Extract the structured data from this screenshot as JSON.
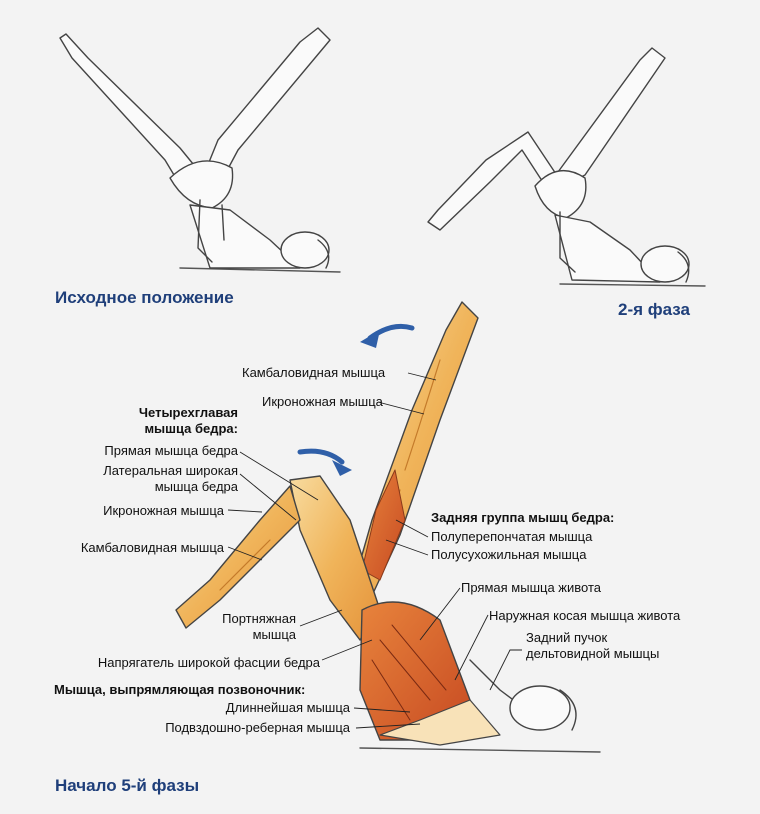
{
  "captions": {
    "start_position": "Исходное положение",
    "phase_2": "2-я фаза",
    "phase_5_start": "Начало 5-й фазы"
  },
  "labels": {
    "soleus_top": "Камбаловидная мышца",
    "gastrocnemius_top": "Икроножная мышца",
    "quadriceps_heading_1": "Четырехглавая",
    "quadriceps_heading_2": "мышца бедра:",
    "rectus_femoris": "Прямая мышца бедра",
    "vastus_lateralis_1": "Латеральная широкая",
    "vastus_lateralis_2": "мышца бедра",
    "gastrocnemius_left": "Икроножная мышца",
    "soleus_left": "Камбаловидная мышца",
    "sartorius_1": "Портняжная",
    "sartorius_2": "мышца",
    "tensor_fasciae_latae": "Напрягатель широкой фасции бедра",
    "erector_spinae_heading": "Мышца, выпрямляющая позвоночник:",
    "longissimus": "Длиннейшая мышца",
    "iliocostalis": "Подвздошно-реберная мышца",
    "hamstrings_heading": "Задняя группа мышц бедра:",
    "semimembranosus": "Полуперепончатая мышца",
    "semitendinosus": "Полусухожильная мышца",
    "rectus_abdominis": "Прямая мышца живота",
    "external_oblique": "Наружная косая мышца живота",
    "posterior_deltoid_1": "Задний пучок",
    "posterior_deltoid_2": "дельтовидной мышцы"
  },
  "colors": {
    "caption": "#1f3f7a",
    "arrow": "#2f5fa8",
    "muscle_light": "#f2c070",
    "muscle_dark": "#d4602a",
    "outline": "#444444"
  }
}
